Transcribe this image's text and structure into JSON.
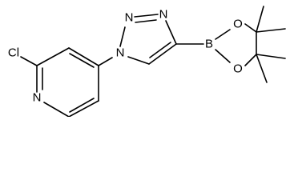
{
  "molecule": {
    "atoms": {
      "cl": "Cl",
      "n_pyridine": "N",
      "n1_triazole": "N",
      "n2_triazole": "N",
      "n3_triazole": "N",
      "boron": "B",
      "o_upper": "O",
      "o_lower": "O"
    },
    "colors": {
      "bond": "#000000",
      "label": "#000000",
      "background": "#ffffff"
    }
  }
}
